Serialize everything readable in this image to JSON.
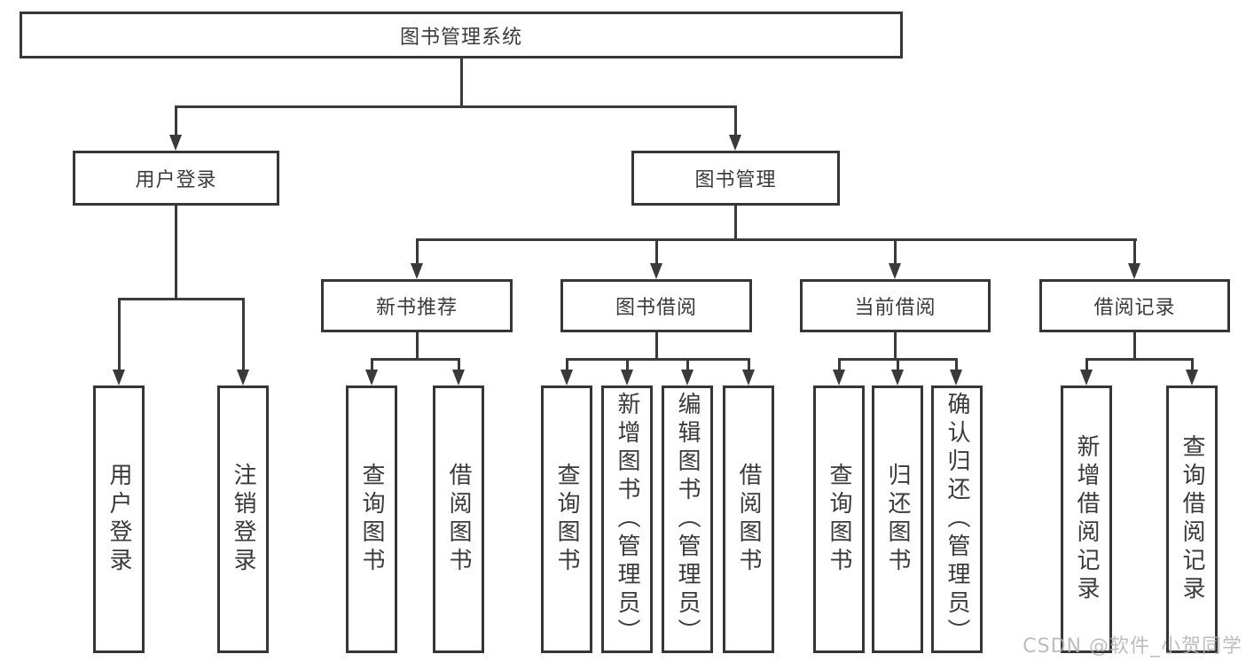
{
  "tree": {
    "label": "图书管理系统",
    "children": [
      {
        "label": "用户登录",
        "children": [
          {
            "label": "用户登录"
          },
          {
            "label": "注销登录"
          }
        ]
      },
      {
        "label": "图书管理",
        "children": [
          {
            "label": "新书推荐",
            "children": [
              {
                "label": "查询图书"
              },
              {
                "label": "借阅图书"
              }
            ]
          },
          {
            "label": "图书借阅",
            "children": [
              {
                "label": "查询图书"
              },
              {
                "label": "新增图书（管理员）"
              },
              {
                "label": "编辑图书（管理员）"
              },
              {
                "label": "借阅图书"
              }
            ]
          },
          {
            "label": "当前借阅",
            "children": [
              {
                "label": "查询图书"
              },
              {
                "label": "归还图书"
              },
              {
                "label": "确认归还（管理员）"
              }
            ]
          },
          {
            "label": "借阅记录",
            "children": [
              {
                "label": "新增借阅记录"
              },
              {
                "label": "查询借阅记录"
              }
            ]
          }
        ]
      }
    ]
  },
  "watermark": {
    "text": "CSDN @软件_小贺同学"
  },
  "colors": {
    "line": "#3a3a3a",
    "box_border": "#363636",
    "text": "#3a3a3a",
    "background": "#ffffff",
    "watermark": "#b2b2b2"
  }
}
